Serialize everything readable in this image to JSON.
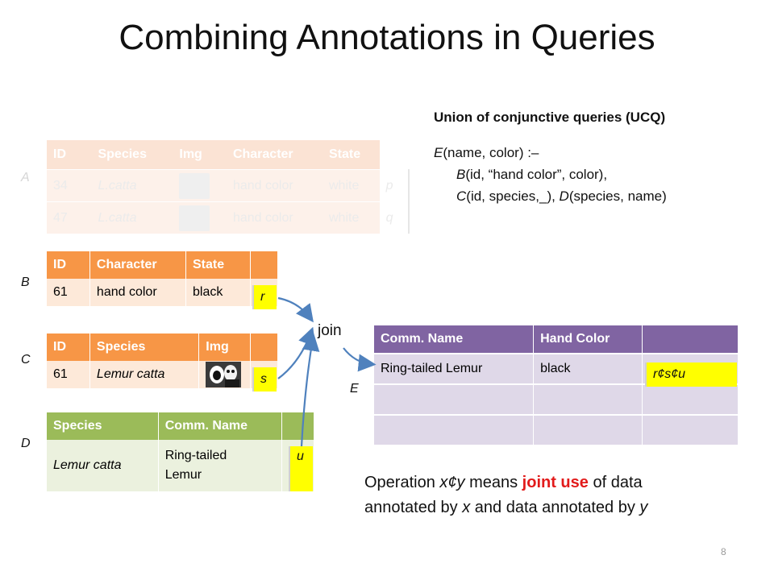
{
  "title": "Combining Annotations in Queries",
  "labels": {
    "A": "A",
    "B": "B",
    "C": "C",
    "D": "D",
    "E": "E",
    "join": "join"
  },
  "tableA": {
    "headers": [
      "ID",
      "Species",
      "Img",
      "Character",
      "State"
    ],
    "rows": [
      {
        "id": "34",
        "species": "L.catta",
        "character": "hand color",
        "state": "white",
        "ann": "p"
      },
      {
        "id": "47",
        "species": "L.catta",
        "character": "hand color",
        "state": "white",
        "ann": "q"
      }
    ]
  },
  "tableB": {
    "headers": [
      "ID",
      "Character",
      "State"
    ],
    "row": {
      "id": "61",
      "character": "hand color",
      "state": "black",
      "ann": "r"
    }
  },
  "tableC": {
    "headers": [
      "ID",
      "Species",
      "Img"
    ],
    "row": {
      "id": "61",
      "species": "Lemur catta",
      "ann": "s"
    }
  },
  "tableD": {
    "headers": [
      "Species",
      "Comm. Name"
    ],
    "row": {
      "species": "Lemur catta",
      "comm_name_line1": "Ring-tailed",
      "comm_name_line2": "Lemur",
      "ann": "u"
    }
  },
  "tableE": {
    "headers": [
      "Comm. Name",
      "Hand Color"
    ],
    "row": {
      "comm_name": "Ring-tailed Lemur",
      "hand_color": "black",
      "ann": "r¢s¢u"
    }
  },
  "query": {
    "heading": "Union of conjunctive queries (UCQ)",
    "head_pred": "E",
    "head_args": "(name, color)   :–",
    "line1_pred": "B",
    "line1_args": "(id, “hand color”, color),",
    "line2_pred1": "C",
    "line2_args1": "(id, species,_), ",
    "line2_pred2": "D",
    "line2_args2": "(species, name)"
  },
  "note": {
    "part1": "Operation ",
    "op": "x¢y",
    "part2": " means ",
    "highlight": "joint use",
    "part3": " of data",
    "part4": "annotated by ",
    "x": "x",
    "part5": " and data annotated by ",
    "y": "y"
  },
  "page_number": "8",
  "colors": {
    "orange": "#f79646",
    "green": "#9bbb59",
    "purple": "#8064a2",
    "annotation": "#ffff00",
    "arrow": "#4f81bd",
    "highlight": "#e21b1b"
  }
}
